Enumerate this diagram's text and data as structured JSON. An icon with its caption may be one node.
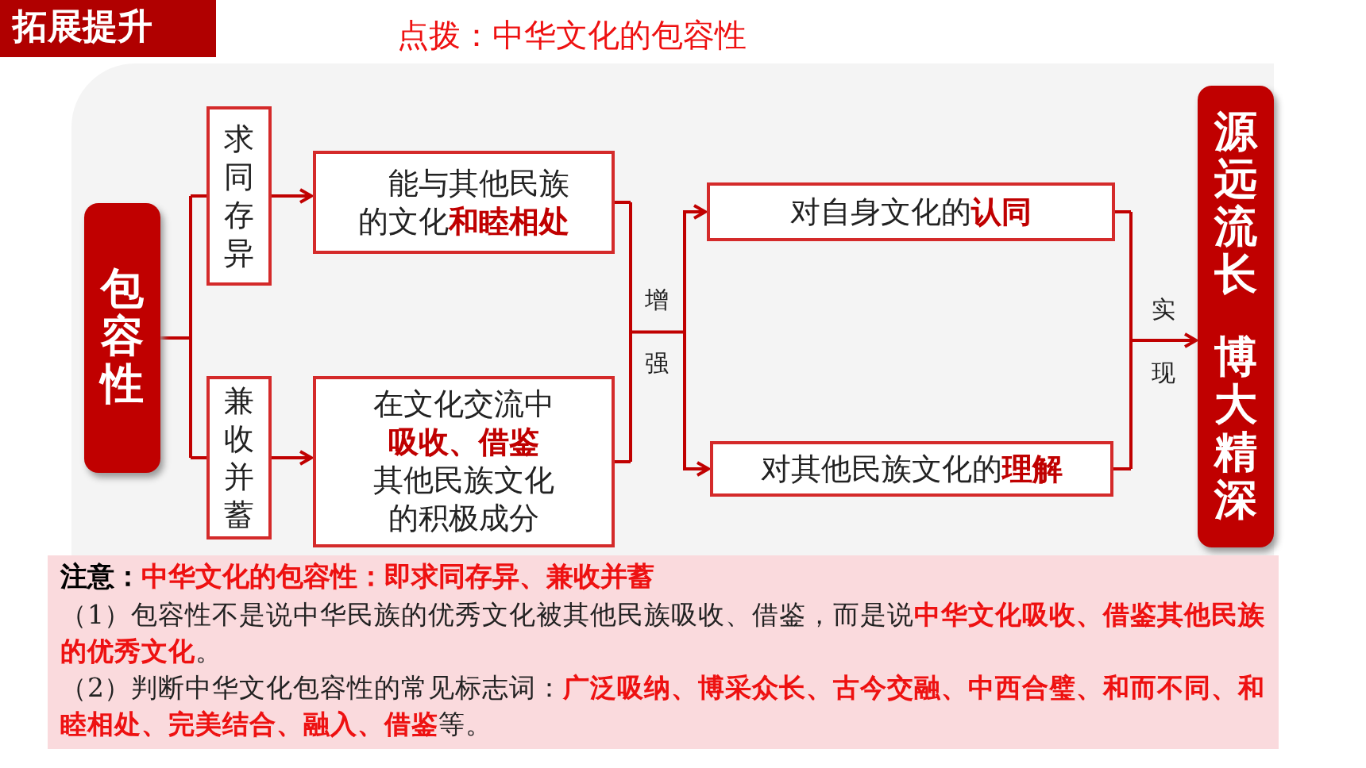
{
  "diagram": {
    "title": "拓展提升",
    "nodes": [
      {
        "text": [
          "包容性"
        ]
      },
      {
        "text": [
          "求同存异"
        ]
      },
      {
        "text": [
          "兼收并蓄"
        ]
      },
      {
        "text": [
          "能与其他民族的文化**和睦相处**"
        ]
      },
      {
        "text": [
          "在文化交流中**吸收、借鉴**其他民族文化的积极成分"
        ]
      },
      {
        "text": [
          "对自身文化的**认同**"
        ]
      },
      {
        "text": [
          "对其他民族文化的**理解**"
        ]
      },
      {
        "text": [
          "源远流长",
          "博大精深"
        ]
      }
    ],
    "edges": [
      {
        "from": 0,
        "to": 1,
        "arrow": "none"
      },
      {
        "from": 0,
        "to": 2,
        "arrow": "none"
      },
      {
        "from": 1,
        "to": 3,
        "arrow": "to"
      },
      {
        "from": 2,
        "to": 4,
        "arrow": "to"
      },
      {
        "from": 3,
        "to": 5,
        "arrow": "to",
        "label": "增强"
      },
      {
        "from": 3,
        "to": 6,
        "arrow": "to"
      },
      {
        "from": 4,
        "to": 5,
        "arrow": "to"
      },
      {
        "from": 4,
        "to": 6,
        "arrow": "to"
      },
      {
        "from": 5,
        "to": 7,
        "arrow": "to",
        "label": "实现"
      },
      {
        "from": 6,
        "to": 7,
        "arrow": "to"
      }
    ],
    "labels": [
      "点拨：中华文化的包容性",
      "注意：**中华文化的包容性：即求同存异、兼收并蓄**",
      "（1）包容性不是说中华民族的优秀文化被其他民族吸收、借鉴，而是说**中华文化吸收、借鉴其他民族的优秀文化**。",
      "（2）判断中华文化包容性的常见标志词：**广泛吸纳、博采众长、古今交融、中西合璧、和而不同、和睦相处、完美结合、融入、借鉴**等。"
    ]
  }
}
